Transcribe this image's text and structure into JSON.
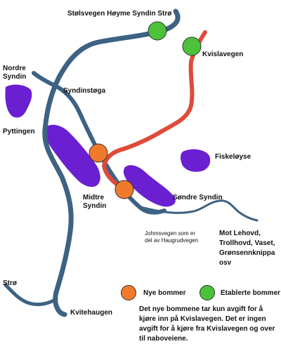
{
  "places": {
    "stolsvegen": "Stølsvegen Høyme Syndin Strø",
    "kvislavegen": "Kvislavegen",
    "nordre_syndin": "Nordre\nSyndin",
    "syndinstoga": "Syndinstøga",
    "pyttingen": "Pyttingen",
    "fiskeloyse": "Fiskeløyse",
    "midtre_syndin": "Midtre\nSyndin",
    "sondre_syndin": "Søndre Syndin",
    "johmsvegen": "Johmsvegen som er\ndel av Haugrudvegen",
    "mot_lehovd": "Mot Lehovd,\nTrollhovd, Vaset,\nGrønsennknippa\nosv",
    "stro": "Strø",
    "kvitehaugen": "Kvitehaugen"
  },
  "legend": {
    "new_barriers": "Nye bommer",
    "established_barriers": "Etablerte bommer"
  },
  "note": "Det nye bommene tar kun avgift for å kjøre inn på Kvislavegen. Det er ingen avgift for å kjøre fra Kvislavegen og over til naboveiene.",
  "colors": {
    "road": "#3d6283",
    "new_road": "#e04a3a",
    "water": "#6a1fd1",
    "new_barrier": "#f07a2c",
    "established_barrier": "#4cc13a"
  }
}
